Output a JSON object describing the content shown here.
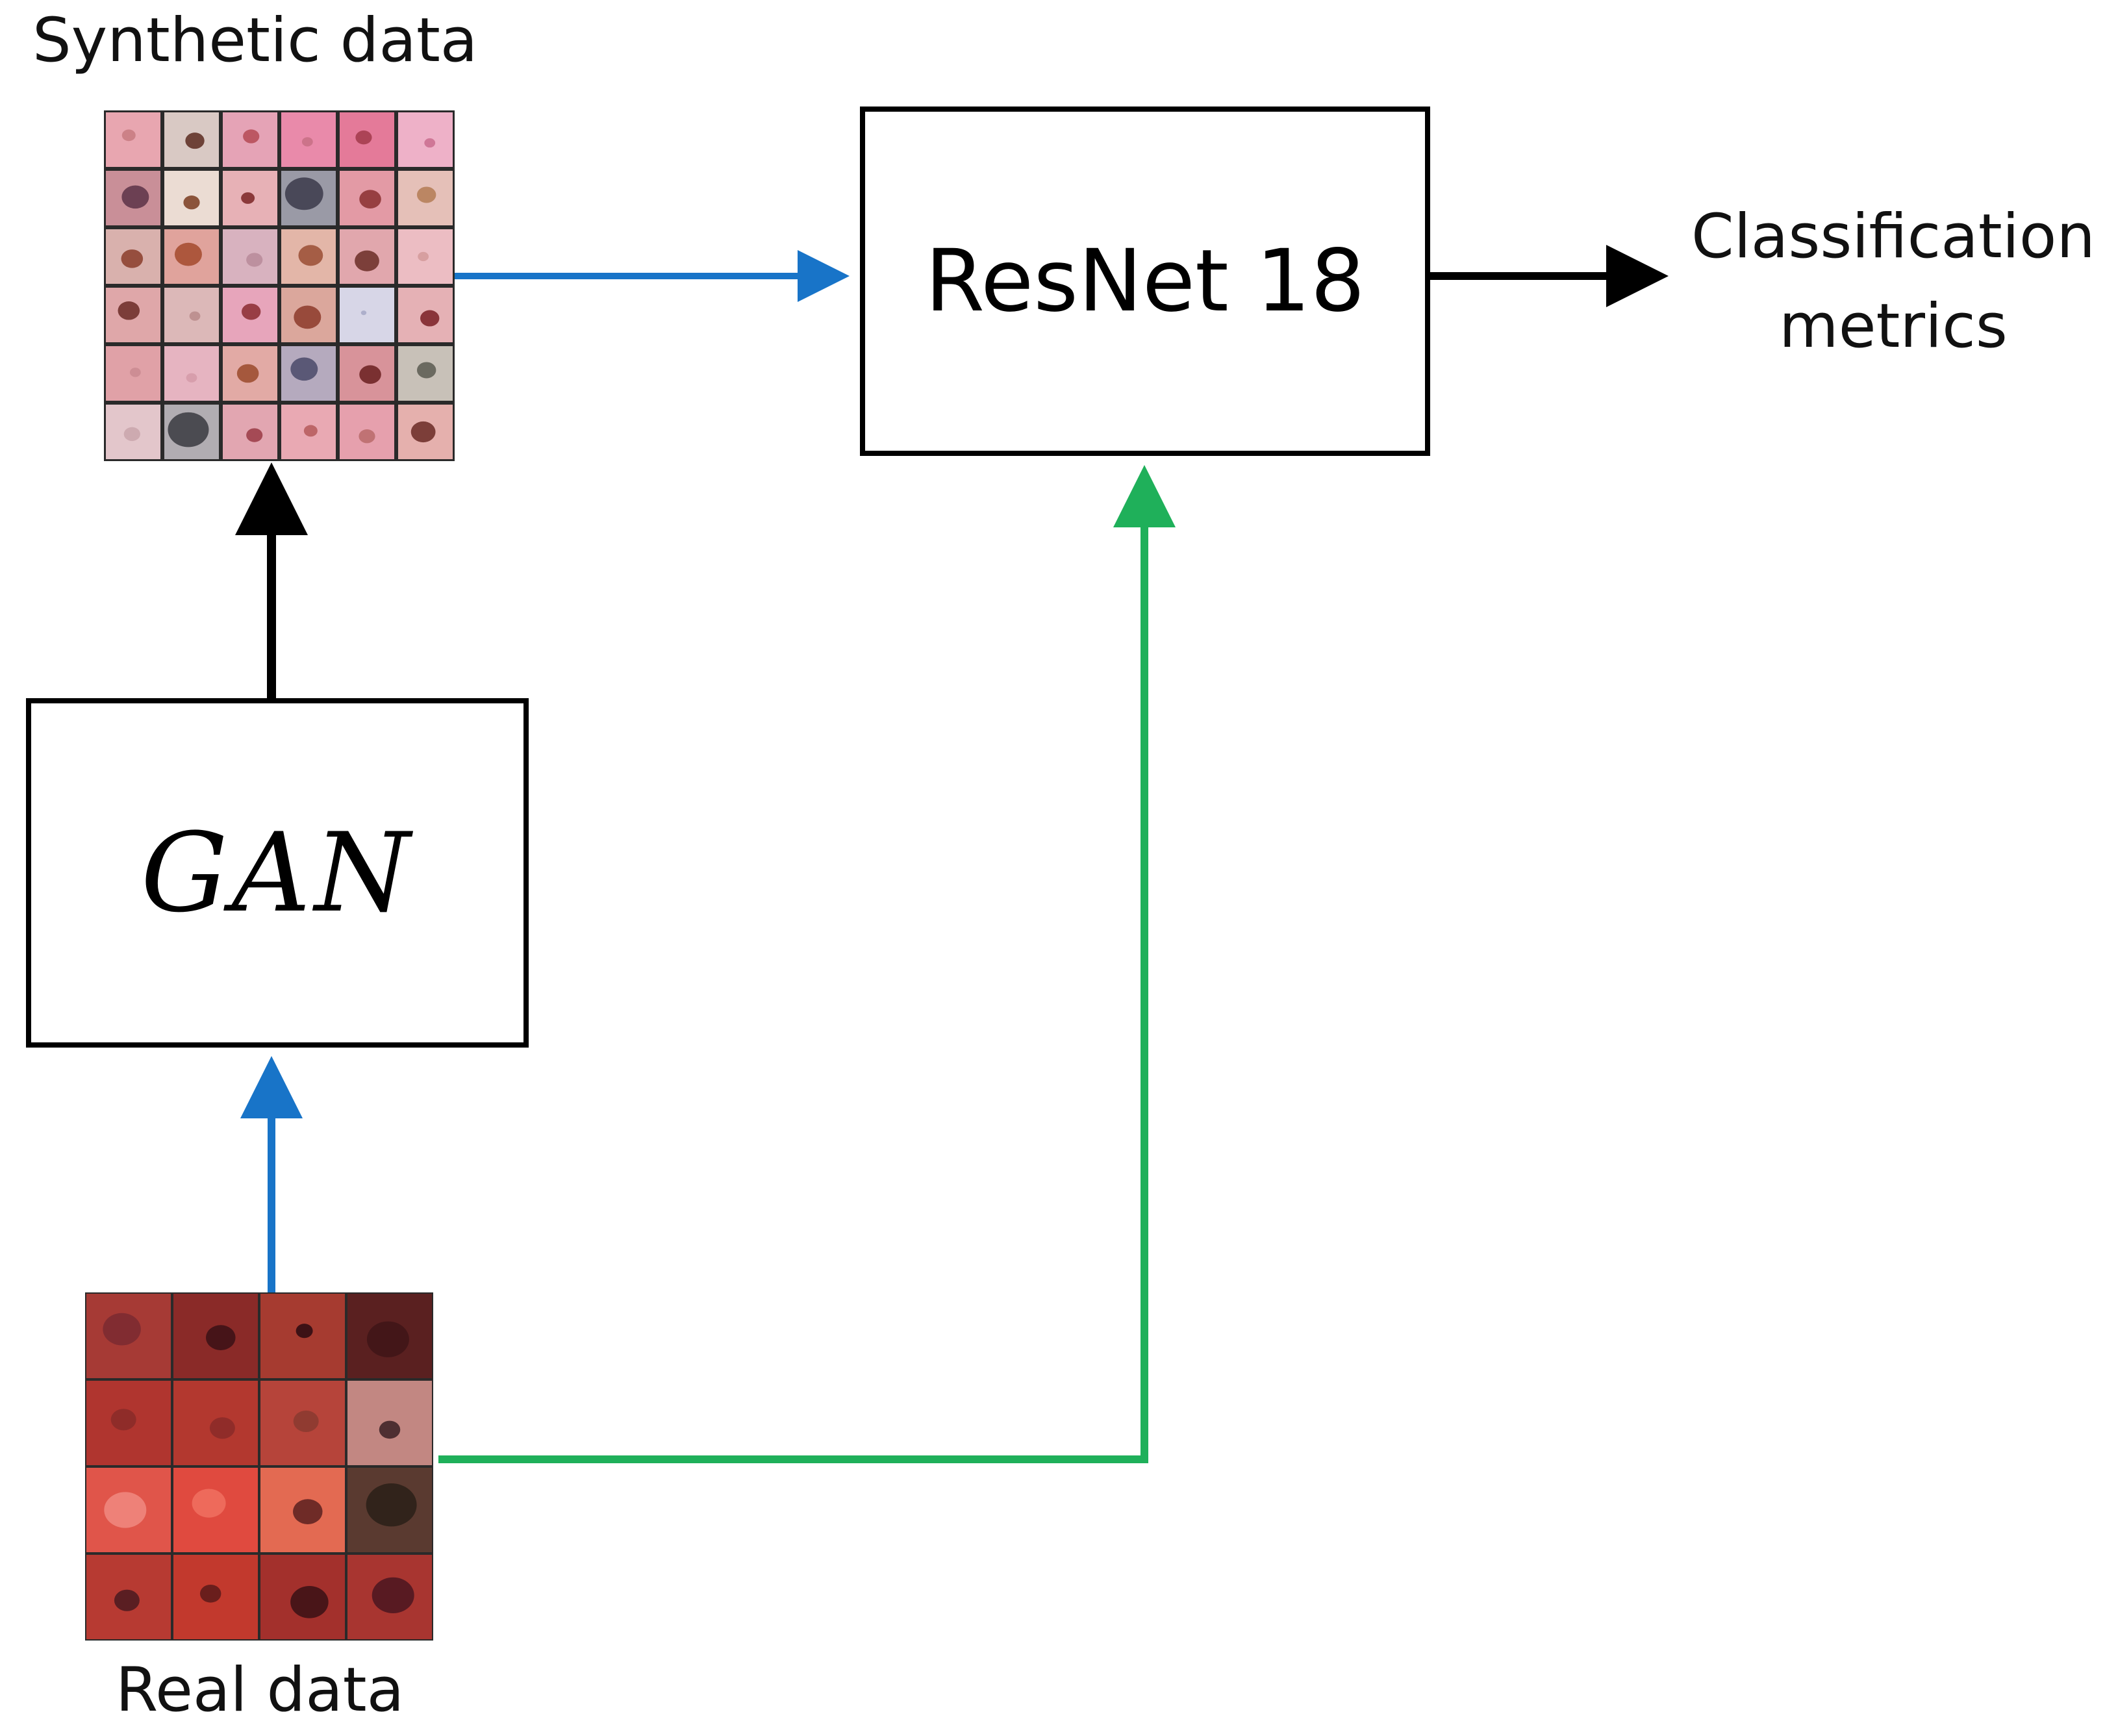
{
  "labels": {
    "synthetic": "Synthetic data",
    "real": "Real data",
    "metrics": "Classification metrics"
  },
  "nodes": {
    "resnet": "ResNet 18",
    "gan": "GAN"
  },
  "colors": {
    "blue_arrow": "#1874c8",
    "green_arrow": "#1fb05a",
    "black_arrow": "#000000"
  },
  "synthetic_grid": {
    "rows": 6,
    "cols": 6,
    "bg": [
      "#e8a6b0",
      "#d9c9c4",
      "#e5a3b6",
      "#e98aaa",
      "#e47a99",
      "#eeb1c8",
      "#c98f98",
      "#ebdcd3",
      "#e7b1b6",
      "#9a9aa6",
      "#e39aa5",
      "#e5c0b8",
      "#d9b1ad",
      "#e0a39c",
      "#d8b2bf",
      "#e3b6a8",
      "#e1a7ad",
      "#ecbdc3",
      "#dfa7a9",
      "#dcb8b8",
      "#e7a5bb",
      "#dba79c",
      "#d7d6e7",
      "#e5b1b5",
      "#e0a1a7",
      "#e6b4c1",
      "#e2aaa5",
      "#b5aabe",
      "#d8939a",
      "#c8c1b8",
      "#e3c6cb",
      "#b1adb2",
      "#e2a6b1",
      "#e9a9b3",
      "#e6a0ad",
      "#e5b0ad"
    ],
    "spot": [
      "#c77a80",
      "#5a2a20",
      "#b54a55",
      "#c76e85",
      "#a23a4a",
      "#c96d8e",
      "#5c3347",
      "#7a3b1f",
      "#7a2525",
      "#3b3a4a",
      "#8a2f2f",
      "#b47b53",
      "#8a3d2a",
      "#a34a2d",
      "#b88a99",
      "#9a4d34",
      "#6a2d26",
      "#d49a9a",
      "#6b2a26",
      "#b88a8a",
      "#8a2a30",
      "#8c3a2a",
      "#a6a8c6",
      "#7a1f25",
      "#c98a90",
      "#d49aa8",
      "#9a4a2a",
      "#4a4a6a",
      "#6a1f1f",
      "#5a5a50",
      "#c9a4ac",
      "#3a3a40",
      "#9a3a45",
      "#b55a5a",
      "#b86a6a",
      "#6a2a25"
    ],
    "size": [
      0.25,
      0.35,
      0.3,
      0.2,
      0.3,
      0.2,
      0.5,
      0.3,
      0.25,
      0.7,
      0.4,
      0.35,
      0.4,
      0.5,
      0.3,
      0.45,
      0.45,
      0.2,
      0.4,
      0.2,
      0.35,
      0.5,
      0.1,
      0.35,
      0.2,
      0.2,
      0.4,
      0.5,
      0.4,
      0.35,
      0.3,
      0.75,
      0.3,
      0.25,
      0.3,
      0.45
    ]
  },
  "real_grid": {
    "rows": 4,
    "cols": 4,
    "bg": [
      "#a63a35",
      "#8a2a28",
      "#a63b30",
      "#5a2020",
      "#b0352f",
      "#b3382f",
      "#b6443a",
      "#c28782",
      "#e0554a",
      "#e04a3f",
      "#e36a52",
      "#5a3a30",
      "#b73a32",
      "#c2392d",
      "#a3302c",
      "#a83530"
    ],
    "spot": [
      "#7a2a30",
      "#3a1015",
      "#2a0a10",
      "#401518",
      "#8a2a28",
      "#8a2a28",
      "#8a3a30",
      "#3a2025",
      "#f08a80",
      "#f07060",
      "#5a2020",
      "#2a2018",
      "#4a1a20",
      "#5a1a1a",
      "#3a1015",
      "#4a1520"
    ],
    "size": [
      0.45,
      0.35,
      0.2,
      0.5,
      0.3,
      0.3,
      0.3,
      0.25,
      0.5,
      0.4,
      0.35,
      0.6,
      0.3,
      0.25,
      0.45,
      0.5
    ]
  }
}
